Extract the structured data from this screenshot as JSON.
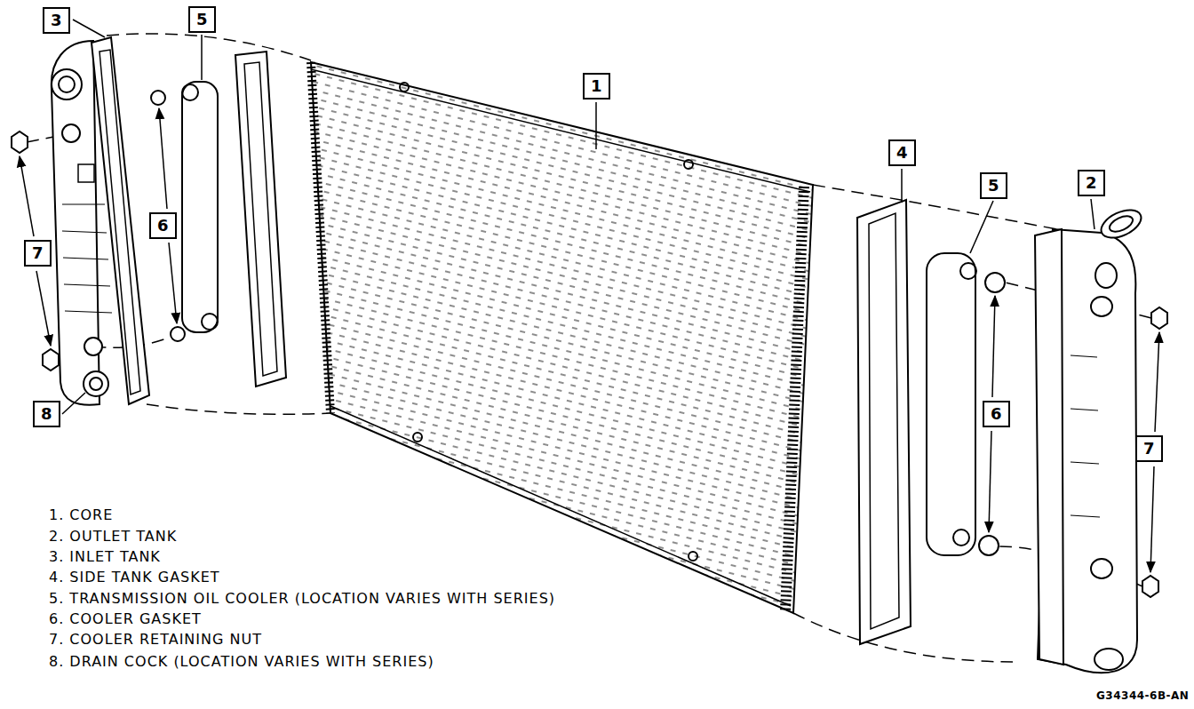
{
  "diagram": {
    "nodes": [
      {
        "text": [
          "3"
        ]
      },
      {
        "text": [
          "5"
        ]
      },
      {
        "text": [
          "1"
        ]
      },
      {
        "text": [
          "4"
        ]
      },
      {
        "text": [
          "5"
        ]
      },
      {
        "text": [
          "2"
        ]
      },
      {
        "text": [
          "6"
        ]
      },
      {
        "text": [
          "7"
        ]
      },
      {
        "text": [
          "6"
        ]
      },
      {
        "text": [
          "7"
        ]
      },
      {
        "text": [
          "8"
        ]
      }
    ],
    "labels": [
      "1. CORE",
      "2. OUTLET TANK",
      "3. INLET TANK",
      "4. SIDE TANK GASKET",
      "5. TRANSMISSION OIL COOLER (LOCATION VARIES WITH SERIES)",
      "6. COOLER GASKET",
      "7. COOLER RETAINING NUT",
      "8. DRAIN COCK (LOCATION VARIES WITH SERIES)",
      "G34344-6B-AN"
    ]
  }
}
